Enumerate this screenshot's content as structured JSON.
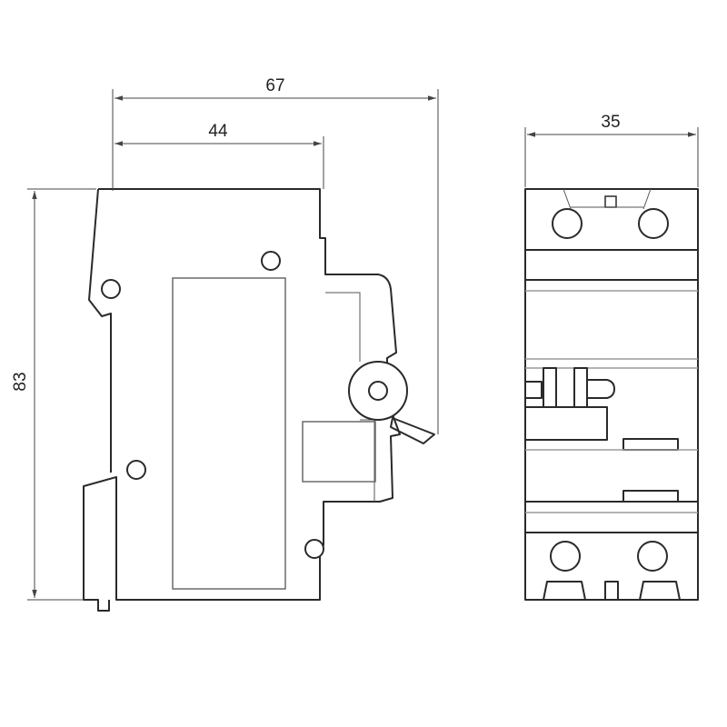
{
  "dimensions": {
    "overall_depth": "67",
    "body_depth": "44",
    "height": "83",
    "width": "35"
  }
}
